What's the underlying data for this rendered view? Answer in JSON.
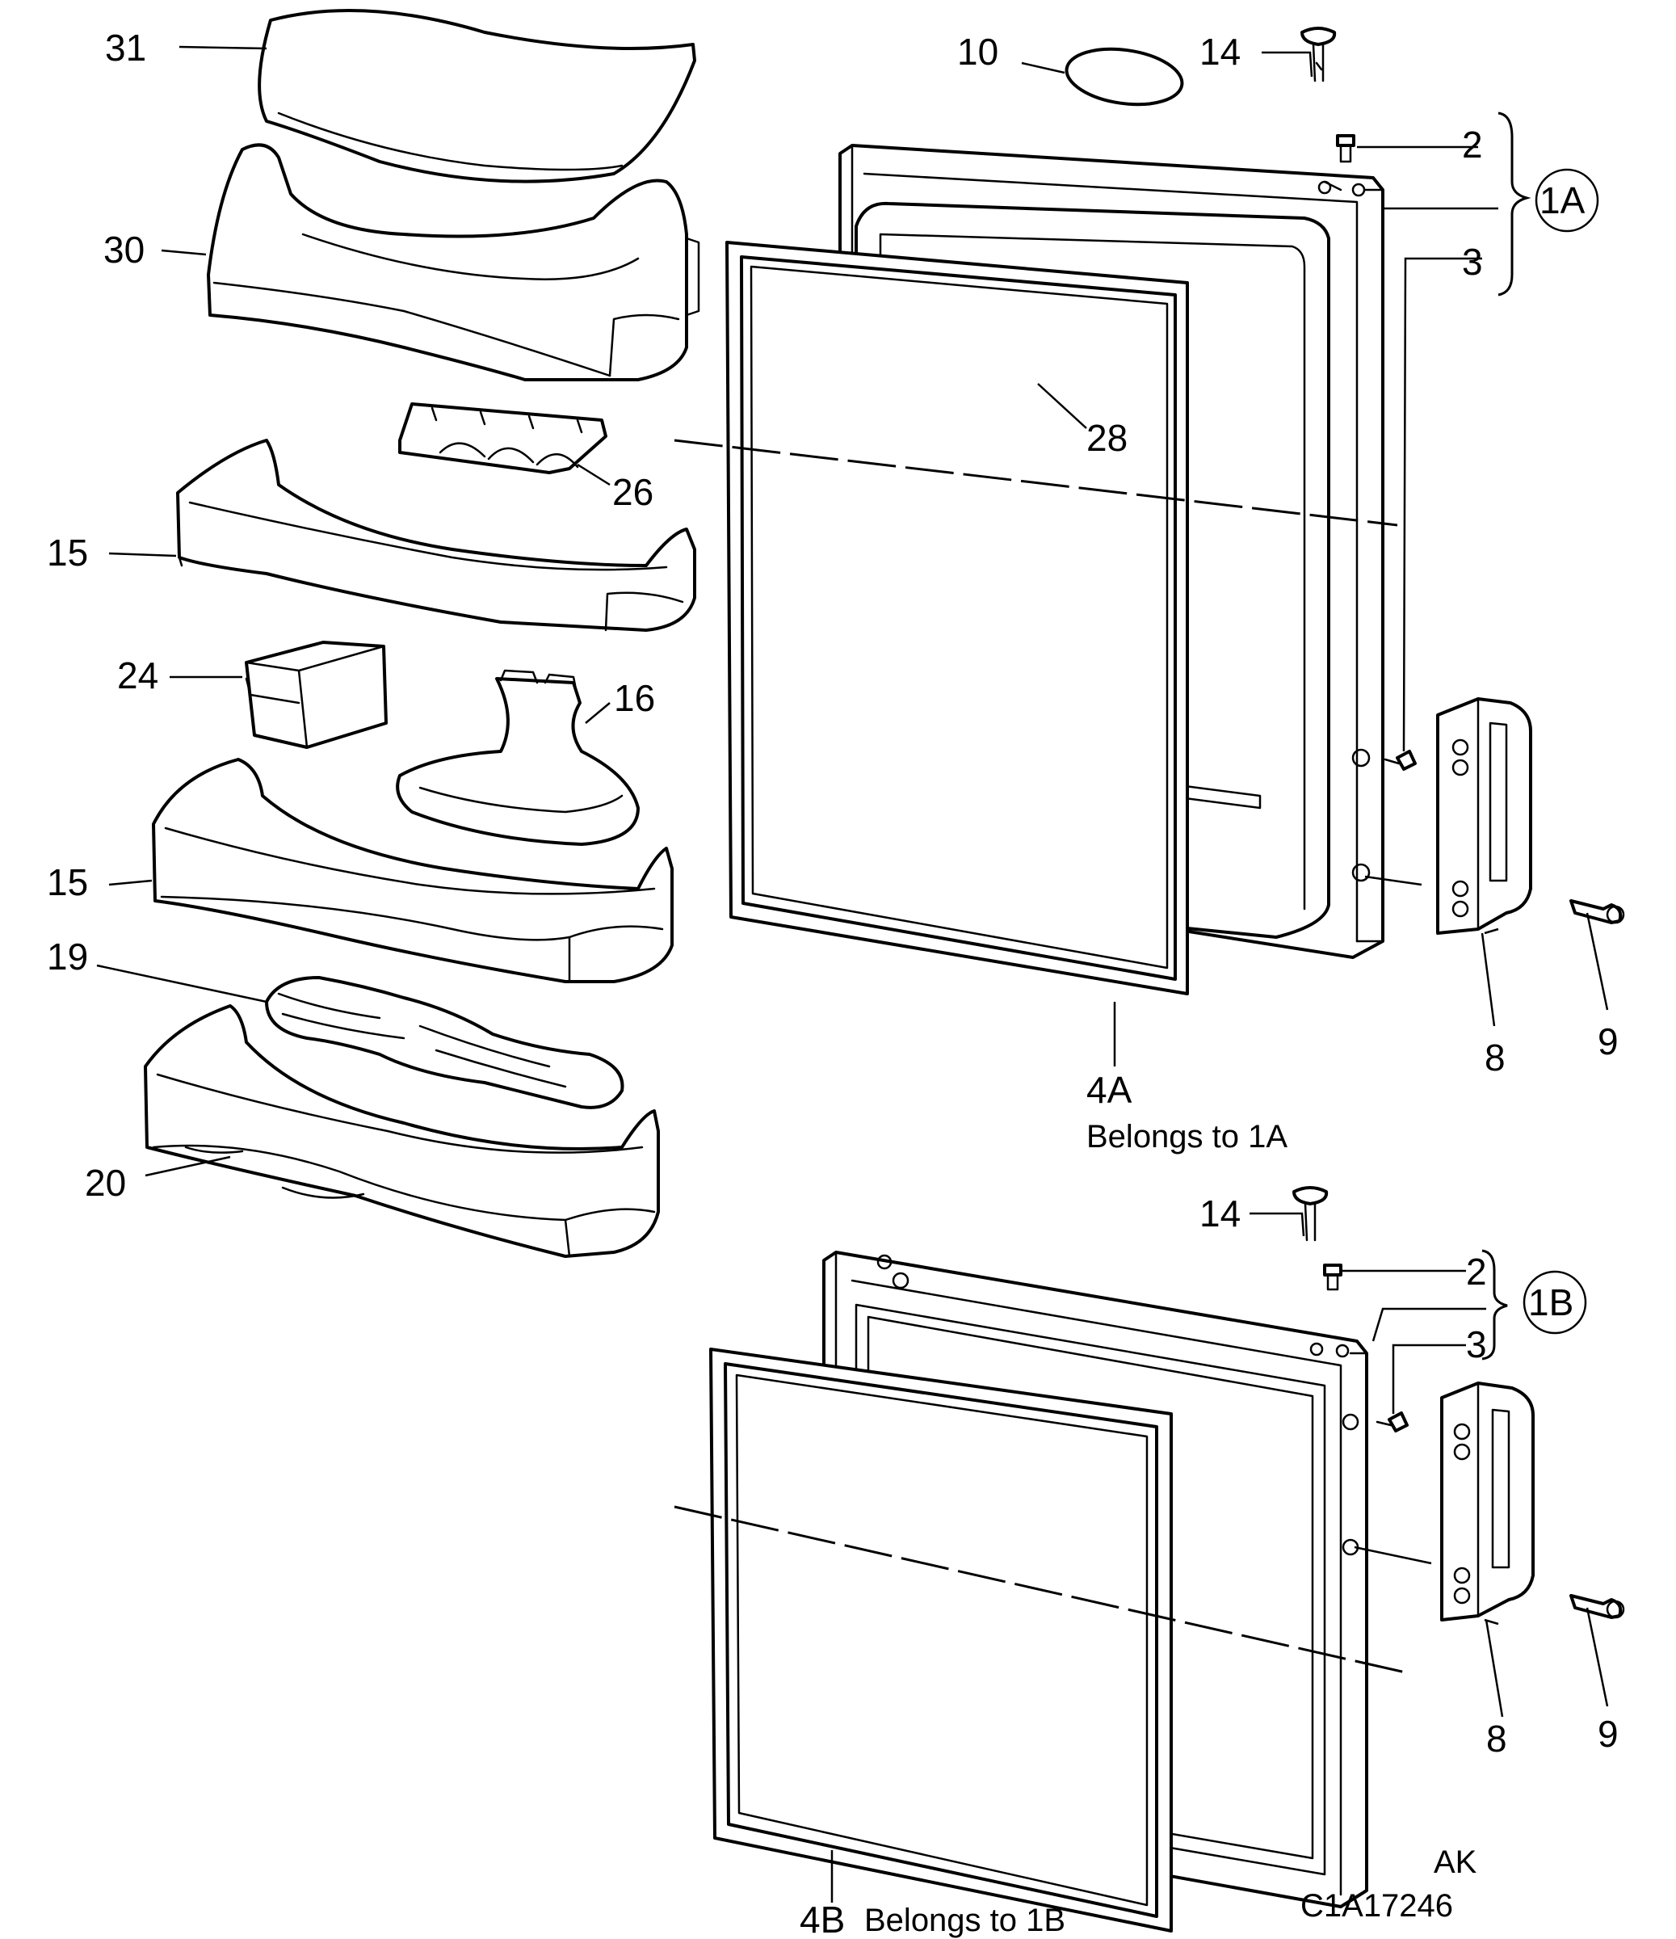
{
  "callouts": {
    "c31": "31",
    "c30": "30",
    "c26": "26",
    "c15a": "15",
    "c24": "24",
    "c16": "16",
    "c15b": "15",
    "c19": "19",
    "c20": "20",
    "c10": "10",
    "c14a": "14",
    "c2a": "2",
    "c1a": "1A",
    "c3a": "3",
    "c28": "28",
    "c8a": "8",
    "c9a": "9",
    "c4a": "4A",
    "c14b": "14",
    "c2b": "2",
    "c1b": "1B",
    "c3b": "3",
    "c8b": "8",
    "c9b": "9",
    "c4b": "4B"
  },
  "notes": {
    "belongs_1a": "Belongs to 1A",
    "belongs_1b": "Belongs to 1B",
    "ak": "AK",
    "code": "C1A17246"
  }
}
